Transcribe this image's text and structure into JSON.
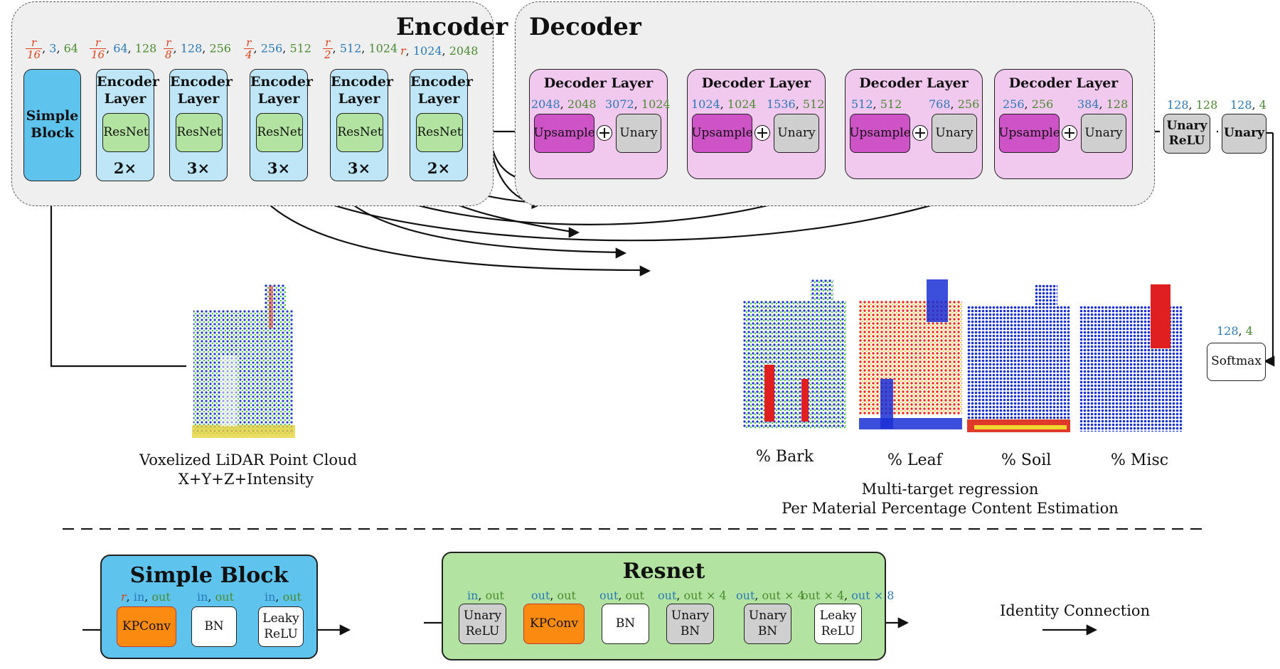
{
  "encoder": {
    "title": "Encoder",
    "simple_block": {
      "label_1": "Simple",
      "label_2": "Block",
      "r_num": "r",
      "r_den": "16",
      "in": "3",
      "out": "64"
    },
    "layers": [
      {
        "label_1": "Encoder",
        "label_2": "Layer",
        "inner": "ResNet",
        "mult": "2×",
        "r_num": "r",
        "r_den": "16",
        "in": "64",
        "out": "128"
      },
      {
        "label_1": "Encoder",
        "label_2": "Layer",
        "inner": "ResNet",
        "mult": "3×",
        "r_num": "r",
        "r_den": "8",
        "in": "128",
        "out": "256"
      },
      {
        "label_1": "Encoder",
        "label_2": "Layer",
        "inner": "ResNet",
        "mult": "3×",
        "r_num": "r",
        "r_den": "4",
        "in": "256",
        "out": "512"
      },
      {
        "label_1": "Encoder",
        "label_2": "Layer",
        "inner": "ResNet",
        "mult": "3×",
        "r_num": "r",
        "r_den": "2",
        "in": "512",
        "out": "1024"
      },
      {
        "label_1": "Encoder",
        "label_2": "Layer",
        "inner": "ResNet",
        "mult": "2×",
        "r": "r",
        "in": "1024",
        "out": "2048"
      }
    ]
  },
  "decoder": {
    "title": "Decoder",
    "layers": [
      {
        "label": "Decoder Layer",
        "up": "Upsample",
        "unary": "Unary",
        "up_in": "2048",
        "up_out": "2048",
        "un_in": "3072",
        "un_out": "1024"
      },
      {
        "label": "Decoder Layer",
        "up": "Upsample",
        "unary": "Unary",
        "up_in": "1024",
        "up_out": "1024",
        "un_in": "1536",
        "un_out": "512"
      },
      {
        "label": "Decoder Layer",
        "up": "Upsample",
        "unary": "Unary",
        "up_in": "512",
        "up_out": "512",
        "un_in": "768",
        "un_out": "256"
      },
      {
        "label": "Decoder Layer",
        "up": "Upsample",
        "unary": "Unary",
        "up_in": "256",
        "up_out": "256",
        "un_in": "384",
        "un_out": "128"
      }
    ]
  },
  "head": {
    "unary_relu_1": "Unary",
    "unary_relu_2": "ReLU",
    "ur_in": "128",
    "ur_out": "128",
    "unary": "Unary",
    "u_in": "128",
    "u_out": "4",
    "softmax": "Softmax",
    "s_in": "128",
    "s_out": "4"
  },
  "input": {
    "caption_1": "Voxelized LiDAR Point Cloud",
    "caption_2": "X+Y+Z+Intensity"
  },
  "outputs": {
    "labels": [
      "% Bark",
      "% Leaf",
      "% Soil",
      "% Misc"
    ],
    "caption_1": "Multi-target regression",
    "caption_2": "Per Material Percentage Content Estimation"
  },
  "legend": {
    "simple_block": {
      "title": "Simple Block",
      "kpconv": "KPConv",
      "bn": "BN",
      "leaky_1": "Leaky",
      "leaky_2": "ReLU",
      "r": "r",
      "in": "in",
      "out": "out"
    },
    "resnet": {
      "title": "Resnet",
      "unary_1": "Unary",
      "relu": "ReLU",
      "kpconv": "KPConv",
      "bn": "BN",
      "unary_2": "Unary",
      "bn_2": "BN",
      "unary_3": "Unary",
      "bn_3": "BN",
      "leaky": "Leaky",
      "leaky_relu": "ReLU",
      "d1_in": "in",
      "d1_out": "out",
      "d2_in": "out",
      "d2_out": "out",
      "d3_in": "out",
      "d3_out": "out",
      "d4_in": "out",
      "d4_out": "out × 4",
      "d5_in": "out",
      "d5_out": "out × 4",
      "d6_in": "out × 4",
      "d6_out": "out × 8"
    },
    "identity": "Identity Connection"
  },
  "colors": {
    "panel_bg": "#efefef",
    "encoder_layer": "#bfe6f6",
    "simple_block": "#5ec4ee",
    "resnet": "#b3e3a0",
    "decoder_layer": "#f1c8ee",
    "upsample": "#cd53c7",
    "unary": "#cfcfcf",
    "kpconv": "#fb8b10",
    "r_text": "#e0401a",
    "in_text": "#2a7ab8",
    "out_text": "#4a8b2f"
  }
}
